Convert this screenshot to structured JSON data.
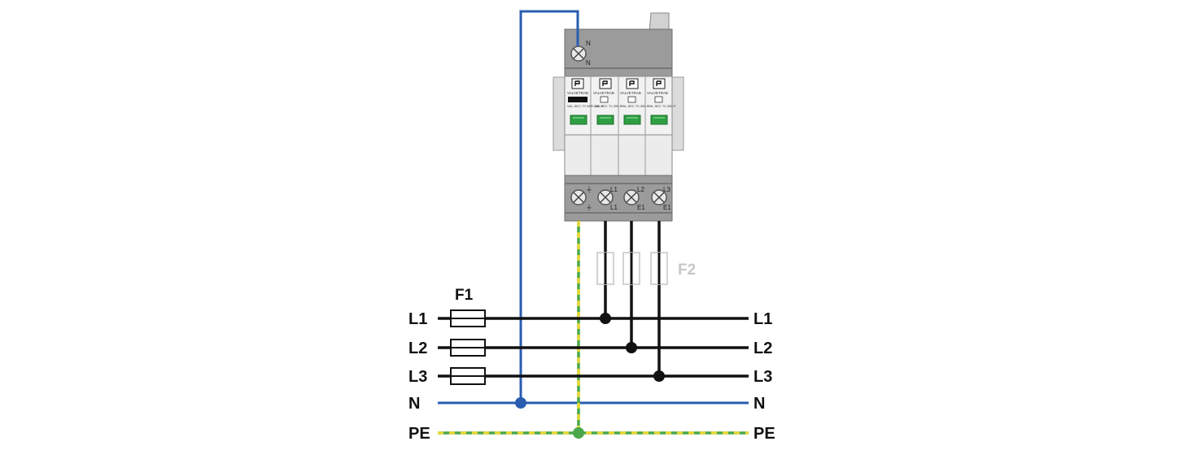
{
  "bus_labels_left": [
    "L1",
    "L2",
    "L3",
    "N",
    "PE"
  ],
  "bus_labels_right": [
    "L1",
    "L2",
    "L3",
    "N",
    "PE"
  ],
  "fuse_group_label": "F1",
  "backup_fuse_label": "F2",
  "device": {
    "top_terminal_labels": [
      "N",
      "N"
    ],
    "module_brand": "VALVETRAB",
    "module_models": [
      "VAL-SEC-T2 NPE-350-P",
      "VAL-SEC T2-350-P",
      "VAL-SEC T2-350-P",
      "VAL-SEC T2-350-P"
    ],
    "bottom_terminal_labels": [
      {
        "top": "⏚",
        "bottom": "⏚"
      },
      {
        "top": "L1",
        "bottom": "L1"
      },
      {
        "top": "L2",
        "bottom": "E1"
      },
      {
        "top": "L3",
        "bottom": "E1"
      }
    ]
  },
  "colors": {
    "phase": "#111111",
    "neutral": "#2a5db0",
    "pe_green": "#4aa84a",
    "pe_yellow": "#e8d838",
    "device_gray": "#8c8c8c",
    "module_green": "#2ea043"
  }
}
